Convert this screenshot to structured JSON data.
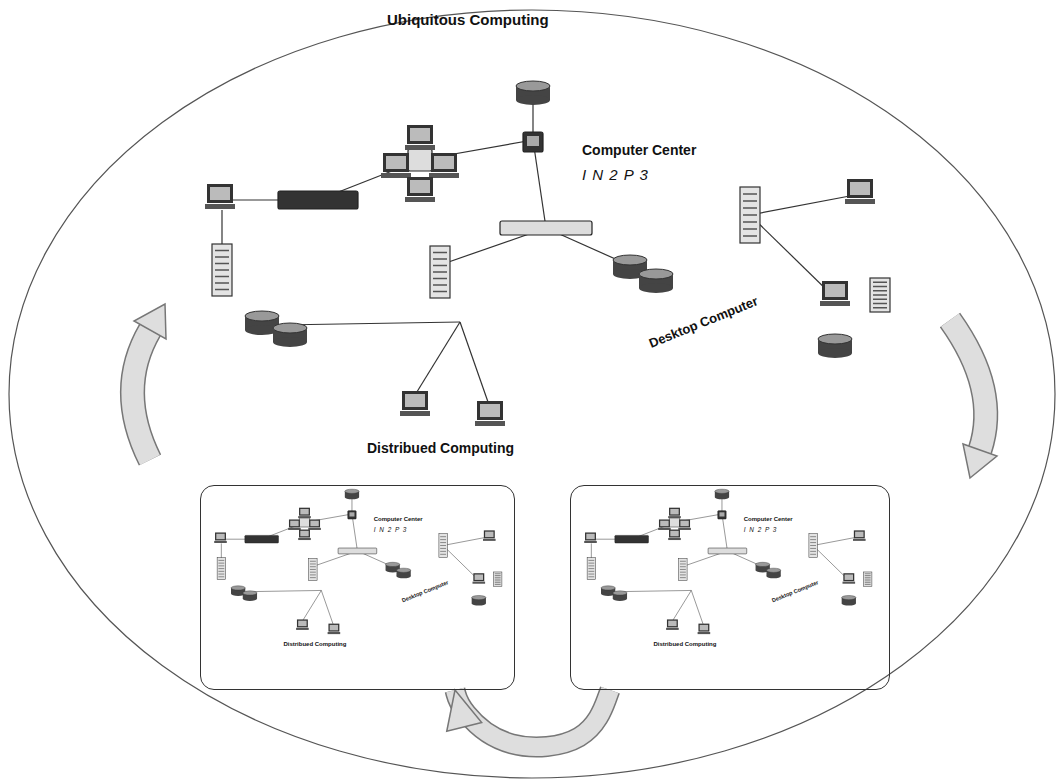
{
  "diagram": {
    "title": "Ubiquitous Computing",
    "nodes": [
      {
        "text": [
          "Ubiquitous Computing"
        ]
      },
      {
        "text": [
          "Computer Center",
          "I N 2 P 3",
          "Desktop Computer",
          "Distribued Computing"
        ],
        "in": 0
      },
      {
        "text": [
          "Computer Center",
          "I N 2 P 3",
          "Desktop Computer",
          "Distribued Computing"
        ],
        "in": 0
      }
    ],
    "edges": [
      {
        "from": 2,
        "to": 1,
        "arrow": "to"
      }
    ],
    "labels": [
      "Computer Center",
      "I N 2 P 3",
      "Desktop Computer",
      "Distribued Computing"
    ]
  }
}
